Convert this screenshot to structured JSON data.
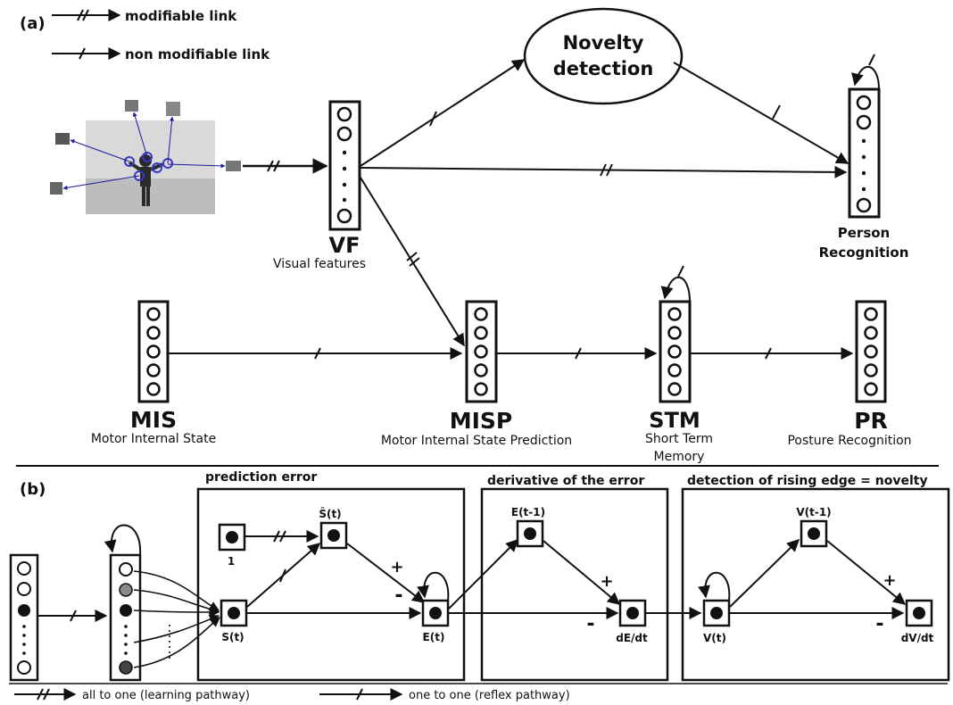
{
  "panel_a": {
    "label": "(a)",
    "legend": {
      "modifiable": "modifiable link",
      "non_modifiable": "non modifiable link"
    },
    "novelty": {
      "line1": "Novelty",
      "line2": "detection"
    },
    "vf": {
      "title": "VF",
      "caption": "Visual features"
    },
    "person": {
      "line1": "Person",
      "line2": "Recognition"
    },
    "mis": {
      "title": "MIS",
      "caption": "Motor Internal State"
    },
    "misp": {
      "title": "MISP",
      "caption": "Motor Internal State Prediction"
    },
    "stm": {
      "title": "STM",
      "line1": "Short Term",
      "line2": "Memory"
    },
    "pr": {
      "title": "PR",
      "caption": "Posture Recognition"
    }
  },
  "panel_b": {
    "label": "(b)",
    "box1_title": "prediction error",
    "box2_title": "derivative of the  error",
    "box3_title": "detection of rising edge = novelty",
    "nodes": {
      "one": "1",
      "s_hat": "Ŝ(t)",
      "s": "S(t)",
      "e": "E(t)",
      "e_prev": "E(t-1)",
      "de": "dE/dt",
      "v": "V(t)",
      "v_prev": "V(t-1)",
      "dv": "dV/dt"
    },
    "signs": {
      "plus": "+",
      "minus": "-"
    },
    "legend": {
      "all_to_one": "all to one (learning pathway)",
      "one_to_one": "one to one (reflex pathway)"
    }
  }
}
